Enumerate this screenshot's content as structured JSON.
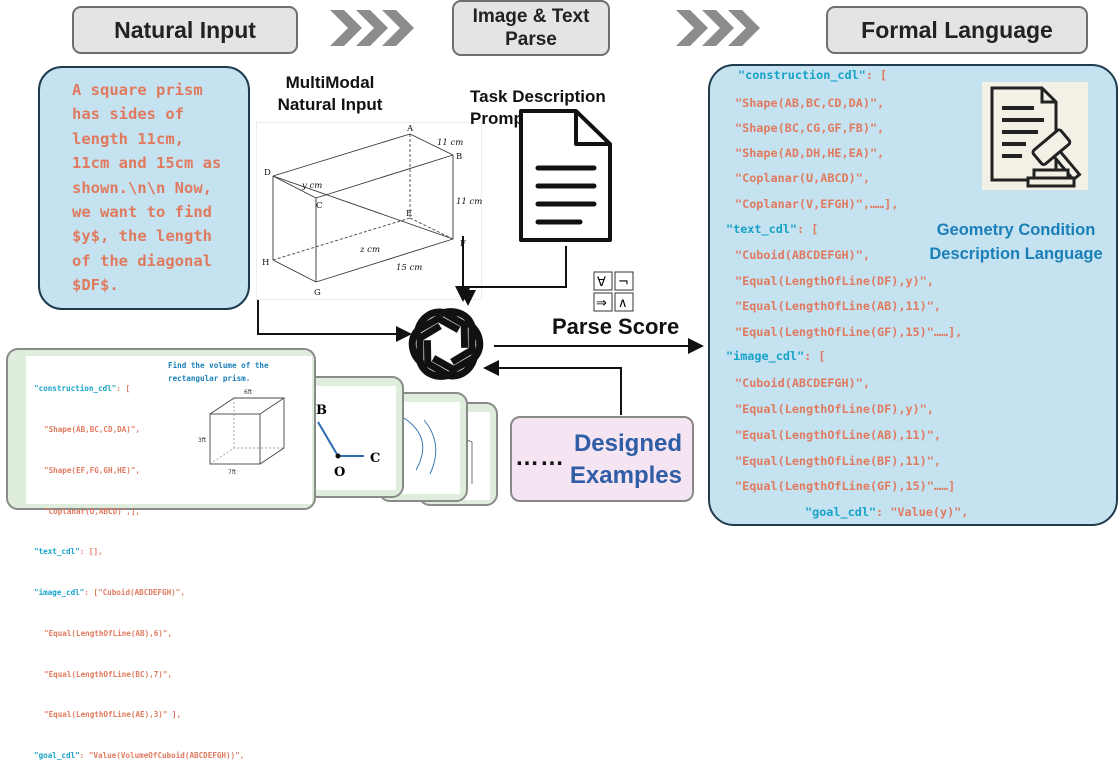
{
  "stages": {
    "natural": "Natural Input",
    "parse_line1": "Image & Text",
    "parse_line2": "Parse",
    "formal": "Formal Language"
  },
  "natural_text": "A square prism has sides of length 11cm, 11cm and 15cm as shown.\\n\\n Now, we want to find $y$, the length of the diagonal $DF$.",
  "natural_lines": [
    "A square prism",
    "has sides of",
    "length 11cm,",
    "11cm and 15cm as",
    "shown.\\n\\n Now,",
    "we want to find",
    "$y$, the length",
    "of the diagonal",
    "$DF$."
  ],
  "multimodal_label": [
    "MultiModal",
    "Natural  Input"
  ],
  "task_label": [
    "Task Description",
    "Prompt"
  ],
  "parse_score": "Parse Score",
  "logic_symbols": [
    "∀",
    "¬",
    "⇒",
    "∧"
  ],
  "prism_labels": {
    "A": "A",
    "B": "B",
    "C": "C",
    "D": "D",
    "E": "E",
    "F": "F",
    "G": "G",
    "H": "H",
    "dim_top": "11 cm",
    "dim_right": "11 cm",
    "dim_bottom": "15 cm",
    "y": "y  cm",
    "z": "z  cm"
  },
  "formal": {
    "construction_key": "\"construction_cdl\"",
    "construction": [
      "\"Shape(AB,BC,CD,DA)\",",
      "\"Shape(BC,CG,GF,FB)\",",
      "\"Shape(AD,DH,HE,EA)\",",
      "\"Coplanar(U,ABCD)\",",
      "\"Coplanar(V,EFGH)\",……],"
    ],
    "text_key": "\"text_cdl\"",
    "text": [
      "\"Cuboid(ABCDEFGH)\",",
      "\"Equal(LengthOfLine(DF),y)\",",
      "\"Equal(LengthOfLine(AB),11)\",",
      "\"Equal(LengthOfLine(GF),15)\"……],"
    ],
    "image_key": "\"image_cdl\"",
    "image": [
      "\"Cuboid(ABCDEFGH)\",",
      "\"Equal(LengthOfLine(DF),y)\",",
      "\"Equal(LengthOfLine(AB),11)\",",
      "\"Equal(LengthOfLine(BF),11)\",",
      "\"Equal(LengthOfLine(GF),15)\"……]"
    ],
    "goal_key": "\"goal_cdl\"",
    "goal": "\"Value(y)\","
  },
  "gcdl_label": [
    "Geometry Condition",
    "Description Language"
  ],
  "example": {
    "construction_key": "\"construction_cdl\"",
    "construction": [
      "\"Shape(AB,BC,CD,DA)\",",
      "\"Shape(EF,FG,GH,HE)\",",
      "\"Coplanar(U,ABCD)\",],"
    ],
    "text_key": "\"text_cdl\"",
    "text": "[],",
    "image_key": "\"image_cdl\"",
    "image": [
      "[\"Cuboid(ABCDEFGH)\",",
      "\"Equal(LengthOfLine(AB),6)\",",
      "\"Equal(LengthOfLine(BC),7)\",",
      "\"Equal(LengthOfLine(AE),3)\" ],"
    ],
    "goal_key": "\"goal_cdl\"",
    "goal": "\"Value(VolumeOfCuboid(ABCDEFGH))\",",
    "question": [
      "Find the volume of the",
      "rectangular prism."
    ],
    "cube_dims": [
      "6ft",
      "3ft",
      "7ft"
    ],
    "second_labels": [
      "B",
      "O",
      "C"
    ]
  },
  "dots": "……",
  "designed": [
    "Designed",
    "Examples"
  ]
}
